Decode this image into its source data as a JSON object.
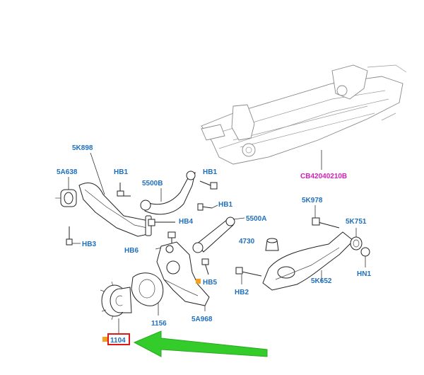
{
  "labels": {
    "frame": "CB42040210B",
    "l_5k898": "5K898",
    "l_5a638": "5A638",
    "l_hb1a": "HB1",
    "l_5500b": "5500B",
    "l_hb1b": "HB1",
    "l_hb1c": "HB1",
    "l_hb4": "HB4",
    "l_5500a": "5500A",
    "l_hb3": "HB3",
    "l_hb6": "HB6",
    "l_4730": "4730",
    "l_5k978": "5K978",
    "l_5k751": "5K751",
    "l_hn1": "HN1",
    "l_5k652": "5K652",
    "l_hb5": "HB5",
    "l_hb2": "HB2",
    "l_1156": "1156",
    "l_5a968": "5A968",
    "l_1104": "1104"
  },
  "colors": {
    "label_blue": "#1f6fbf",
    "frame_label_magenta": "#d11fb7",
    "highlight_box_red": "#e01818",
    "marker_orange": "#f5a020",
    "arrow_green": "#33cc2a"
  }
}
